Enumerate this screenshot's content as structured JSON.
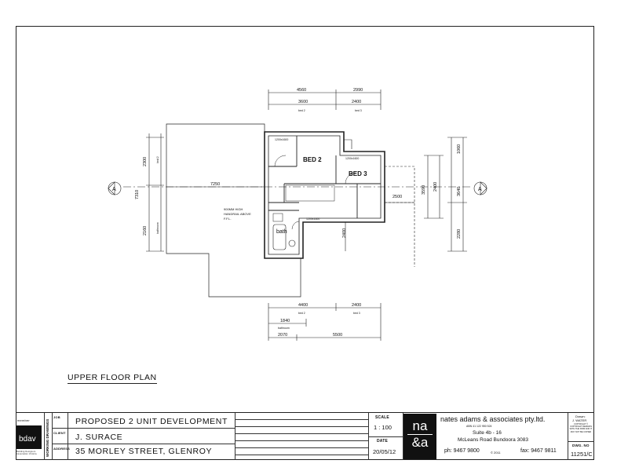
{
  "drawing": {
    "title": "UPPER FLOOR PLAN",
    "section_marker": "A",
    "rooms": [
      "BED 2",
      "BED 3",
      "bath"
    ],
    "handrail_note": [
      "900MM HIGH",
      "HANDRAIL ABOVE",
      "F.F.L."
    ],
    "dims_top_row1": [
      "4560",
      "2990"
    ],
    "dims_top_row2": [
      "3600",
      "2400"
    ],
    "dims_top_row2_labels": [
      "bed 2",
      "bed 3"
    ],
    "dims_bottom_row1": [
      "4400",
      "2400"
    ],
    "dims_bottom_row1_labels": [
      "bed 2",
      "bed 3"
    ],
    "dims_bottom_row2": [
      "1840"
    ],
    "dims_bottom_row2_label": "bathroom",
    "dims_bottom_row3": [
      "2070",
      "5500"
    ],
    "dims_left": [
      "2300",
      "7310",
      "2160"
    ],
    "dims_left_labels": [
      "bed 2",
      "bathroom"
    ],
    "dims_right": [
      "1060",
      "3590",
      "3640",
      "2400",
      "2280"
    ],
    "dim_middle": "7250",
    "dim_right_mid": "2500",
    "dim_inner": "2400",
    "window_labels": [
      "1200x1600",
      "1200x1600",
      "1200x1600"
    ]
  },
  "titleblock": {
    "side_label": "WORKING DRAWINGS",
    "logo_text": "bdav",
    "logo_sub": "Building Designers Association Victoria",
    "logo_prefix": "member",
    "job_label": "JOB",
    "job": "PROPOSED 2 UNIT DEVELOPMENT",
    "client_label": "CLIENT",
    "client": "J. SURACE",
    "address_label": "ADDRESS",
    "address": "35 MORLEY STREET,   GLENROY",
    "scale_label": "SCALE",
    "scale": "1 : 100",
    "date_label": "DATE",
    "date": "20/05/12",
    "monogram_top": "na",
    "monogram_bottom": "&a",
    "firm": "nates adams & associates pty.ltd.",
    "abn": "ABN 41 122 950 524",
    "suite": "Suite 4b - 16",
    "street": "McLeans Road Bundoora 3083",
    "phone": "ph: 9467 9800",
    "fax": "fax: 9467 9811",
    "copyright": "© 2011",
    "drawn_label": "Drawn:",
    "drawn": "J. WATER",
    "copyright_note": "COPYRIGHT © COPYRIGHT REMAINS WITH THE FIRM AND IT MAY NOT BE COPIED",
    "dwg_label": "DWG. NO",
    "dwg_no": "11251/C"
  }
}
